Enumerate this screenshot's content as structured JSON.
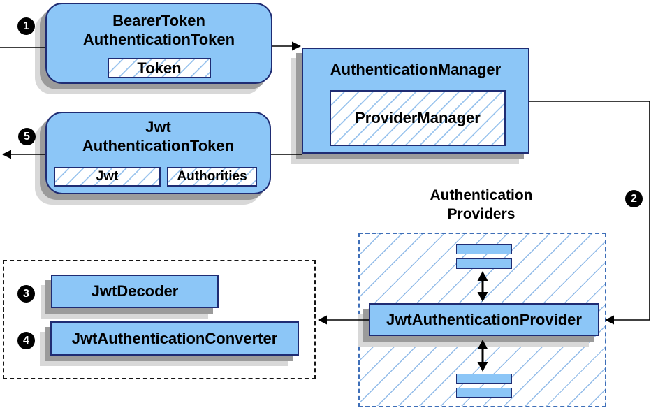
{
  "nodes": {
    "bearer_token": {
      "title": "BearerToken\nAuthenticationToken",
      "chip": "Token"
    },
    "authentication_manager": {
      "title": "AuthenticationManager",
      "chip": "ProviderManager"
    },
    "jwt_authentication_token": {
      "title": "Jwt\nAuthenticationToken",
      "chip_jwt": "Jwt",
      "chip_authorities": "Authorities"
    },
    "providers_group": {
      "label": "Authentication\nProviders",
      "provider": "JwtAuthenticationProvider"
    },
    "decoder_group": {
      "decoder": "JwtDecoder",
      "converter": "JwtAuthenticationConverter"
    }
  },
  "steps": {
    "one": "1",
    "two": "2",
    "three": "3",
    "four": "4",
    "five": "5"
  },
  "colors": {
    "node_fill": "#8CC6F7",
    "node_border": "#1F2C73",
    "hatch_line": "#9CC5EE",
    "hatch_line_lg": "#93BCE9",
    "dash_blue": "#3F6FB8",
    "dash_black": "#151515",
    "connector": "#000000",
    "shadow_dark": "#9B9B9B",
    "shadow_light": "#D8D8D8",
    "badge_bg": "#000000",
    "badge_fg": "#FFFFFF"
  }
}
